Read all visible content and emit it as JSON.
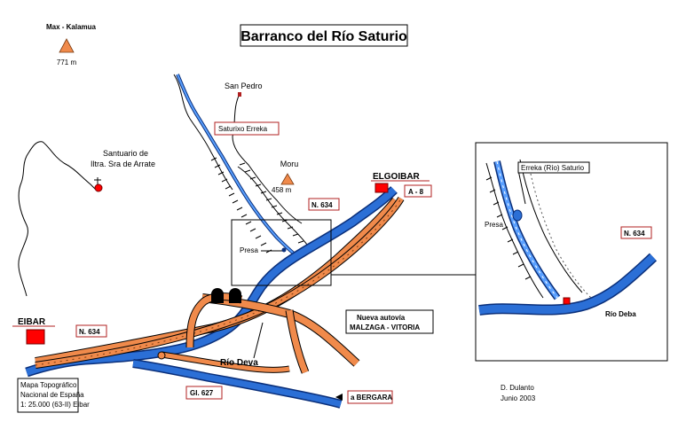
{
  "map_title": "Barranco del Río Saturio",
  "peaks": [
    {
      "name": "Max - Kalamua",
      "elevation": "771 m"
    },
    {
      "name": "Moru",
      "elevation": "458 m"
    }
  ],
  "places": {
    "san_pedro": "San Pedro",
    "sanctuary_line1": "Santuario de",
    "sanctuary_line2": "Iltra. Sra de Arrate",
    "eibar": "EIBAR",
    "elgoibar": "ELGOIBAR",
    "presa": "Presa"
  },
  "streams": {
    "saturixo": "Saturixo Erreka",
    "rio_deva": "Río Deva"
  },
  "roads": {
    "n634": "N. 634",
    "a8": "A - 8",
    "gi627": "GI. 627",
    "bergara": "a BERGARA",
    "autovia_line1": "Nueva autovía",
    "autovia_line2": "MALZAGA - VITORIA"
  },
  "inset": {
    "stream": "Erreka (Río) Saturio",
    "presa": "Presa",
    "road": "N. 634",
    "river": "Río Deba"
  },
  "source": {
    "line1": "Mapa Topográfico",
    "line2": "Nacional de España",
    "line3": "1: 25.000 (63-II) Eibar"
  },
  "credit": {
    "author": "D. Dulanto",
    "date": "Junio 2003"
  },
  "colors": {
    "river": "#2b6fd6",
    "river_outline": "#0a2f7a",
    "road": "#f08a4b",
    "road_outline": "#000000",
    "town_marker": "#ff0000",
    "peak_marker": "#f08a4b",
    "label_border": "#b02020"
  }
}
